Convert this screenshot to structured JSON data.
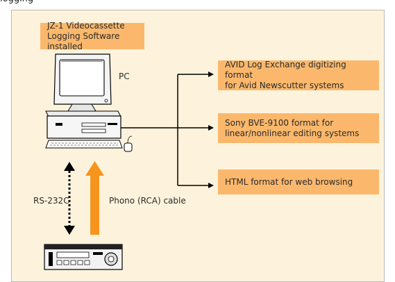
{
  "header": {
    "partial_text": "logging"
  },
  "software_box": {
    "text": "JZ-1 Videocassette\nLogging Software installed"
  },
  "pc_label": "PC",
  "outputs": [
    {
      "text": "AVID Log Exchange digitizing format\nfor Avid Newscutter systems"
    },
    {
      "text": "Sony BVE-9100 format for\nlinear/nonlinear editing systems"
    },
    {
      "text": "HTML format for web browsing"
    }
  ],
  "connections": {
    "rs232c": "RS-232C",
    "phono": "Phono (RCA) cable"
  },
  "colors": {
    "panel_bg": "#fdf3dc",
    "box": "#fbb86c",
    "arrow": "#f7941d",
    "line": "#000000"
  }
}
